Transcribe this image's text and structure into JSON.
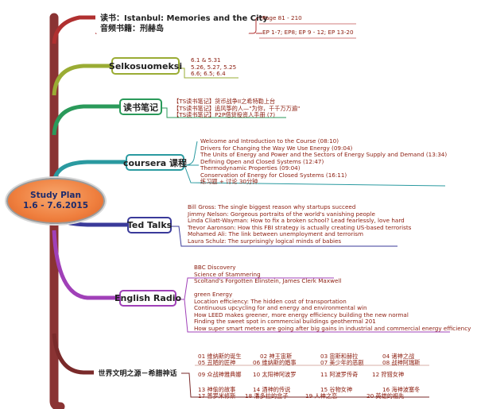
{
  "central": {
    "title": "Study Plan",
    "dates": "1.6 - 7.6.2015"
  },
  "branches": {
    "istanbul": {
      "title": "读书：Istanbul: Memories and the City",
      "subtitle": "音频书籍：刑赫岛",
      "color": "#b03030",
      "leaves": [
        "Page 81 - 210",
        "EP 1-7;  EP8;  EP 9 - 12;  EP 13-20"
      ]
    },
    "selkosuomeksi": {
      "title": "Selkosuomeksi",
      "color": "#9aac34",
      "leaves": [
        "6.1 & 5.31",
        "5.26,   5.27,   5.25",
        "6.6;   6.5;   6.4"
      ]
    },
    "reading_notes": {
      "title": "读书笔记",
      "color": "#2a9a5a",
      "leaves": [
        "【TS读书笔记】货币战争II之希特勒上台",
        "【TS读书笔记】追风筝的人—\"为你，千千万万遍\"",
        "【TS读书笔记】P2P借贷投资人手册  (7)"
      ]
    },
    "coursera": {
      "title": "coursera 课程",
      "color": "#2a9aa0",
      "leaves": [
        "Welcome and Introduction to the Course (08:10)",
        "Drivers for Changing the Way We Use Energy (09:04)",
        "The Units of Energy and Power and the Sectors of Energy Supply and Demand (13:34)",
        "Defining Open and Closed Systems (12:47)",
        "Thermodynamic Properties (09:04)",
        "Conservation of Energy for Closed Systems (16:11)",
        "练习题 + 讨论 30分钟"
      ]
    },
    "ted": {
      "title": "Ted Talks",
      "color": "#3a3a9a",
      "leaves": [
        "Bill Gross: The single biggest reason why startups succeed",
        "Jimmy Nelson: Gorgeous portraits of the world's vanishing people",
        "Linda Cliatt-Wayman: How to fix a broken school? Lead fearlessly, love hard",
        "Trevor Aaronson: How this FBI strategy is actually creating US-based terrorists",
        "Mohamed Ali: The link between unemployment and terrorism",
        "Laura Schulz: The surprisingly logical minds of babies"
      ]
    },
    "english_radio": {
      "title": "English Radio",
      "color": "#a040b8",
      "leaves_top": [
        "BBC Discovery",
        "Science of Stammering",
        "Scoltand's Forgotten Elinstein, James Clerk Maxwell"
      ],
      "leaves_bottom": [
        "green Energy",
        "Location efficiency: The hidden cost of transportation",
        "Continuous upcycling for and energy and environmental win",
        "How LEED makes greener, more energy efficiency building the new normal",
        "Finding the sweet spot in commercial buildings geothermal 201",
        "How super smart meters are going after big gains in industrial and commercial energy efficiency"
      ]
    },
    "greek_myth": {
      "title": "世界文明之源－希腊神话",
      "color": "#7a2a2a",
      "episodes": [
        "01 维纳斯的诞生",
        "02 神王宙斯",
        "03 宙斯和赫拉",
        "04 诸神之战",
        "05 丑陋的匠神",
        "06 维纳斯的婚事",
        "07 美少年的恶剧",
        "08 战神阿瑞斯",
        "09 众战神雅典娜",
        "10 太阳神阿波罗",
        "11 阿波罗传奇",
        "12 狩猎女神",
        "13 神偷的故事",
        "14 酒神的传说",
        "15 谷物女神",
        "16 海神波塞冬",
        "17 普罗米修斯",
        "18 潘多拉的盒子",
        "19 人神之恋",
        "20 英雄的祖先"
      ]
    }
  }
}
